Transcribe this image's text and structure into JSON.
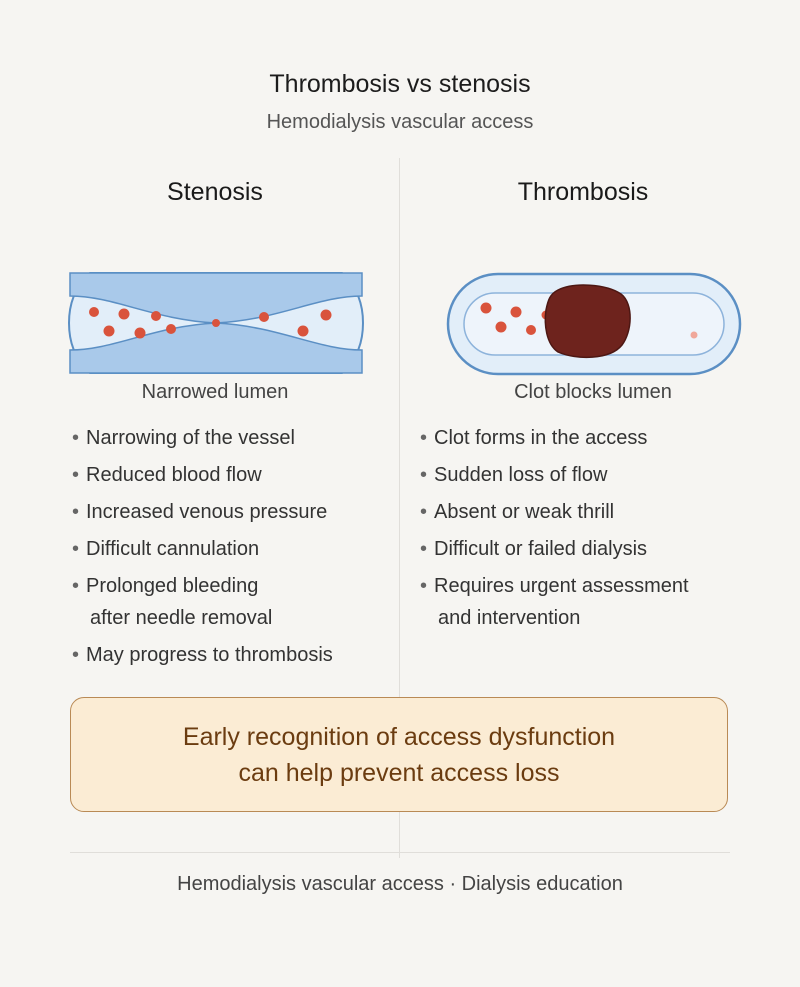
{
  "header": {
    "title": "Thrombosis vs stenosis",
    "subtitle": "Hemodialysis vascular access"
  },
  "stenosis": {
    "heading": "Stenosis",
    "caption": "Narrowed lumen",
    "bullets": [
      {
        "line1": "Narrowing of the vessel",
        "line2": ""
      },
      {
        "line1": "Reduced blood flow",
        "line2": ""
      },
      {
        "line1": "Increased venous pressure",
        "line2": ""
      },
      {
        "line1": "Difficult cannulation",
        "line2": ""
      },
      {
        "line1": "Prolonged bleeding",
        "line2": "after needle removal"
      },
      {
        "line1": "May progress to thrombosis",
        "line2": ""
      }
    ]
  },
  "thrombosis": {
    "heading": "Thrombosis",
    "caption": "Clot blocks lumen",
    "bullets": [
      {
        "line1": "Clot forms in the access",
        "line2": ""
      },
      {
        "line1": "Sudden loss of flow",
        "line2": ""
      },
      {
        "line1": "Absent or weak thrill",
        "line2": ""
      },
      {
        "line1": "Difficult or failed dialysis",
        "line2": ""
      },
      {
        "line1": "Requires urgent assessment",
        "line2": "and intervention"
      }
    ]
  },
  "callout": {
    "line1": "Early recognition of access dysfunction",
    "line2": "can help prevent access loss"
  },
  "footer": {
    "text": "Hemodialysis vascular access · Dialysis education"
  },
  "bullet_glyph": "•",
  "colors": {
    "vessel_wall": "#a9c9ea",
    "vessel_outline": "#5b8fc4",
    "lumen": "#e2eef9",
    "blood_cell": "#d9533c",
    "clot": "#6e231d",
    "callout_bg": "#fbecd4",
    "callout_text": "#6b3c10"
  }
}
